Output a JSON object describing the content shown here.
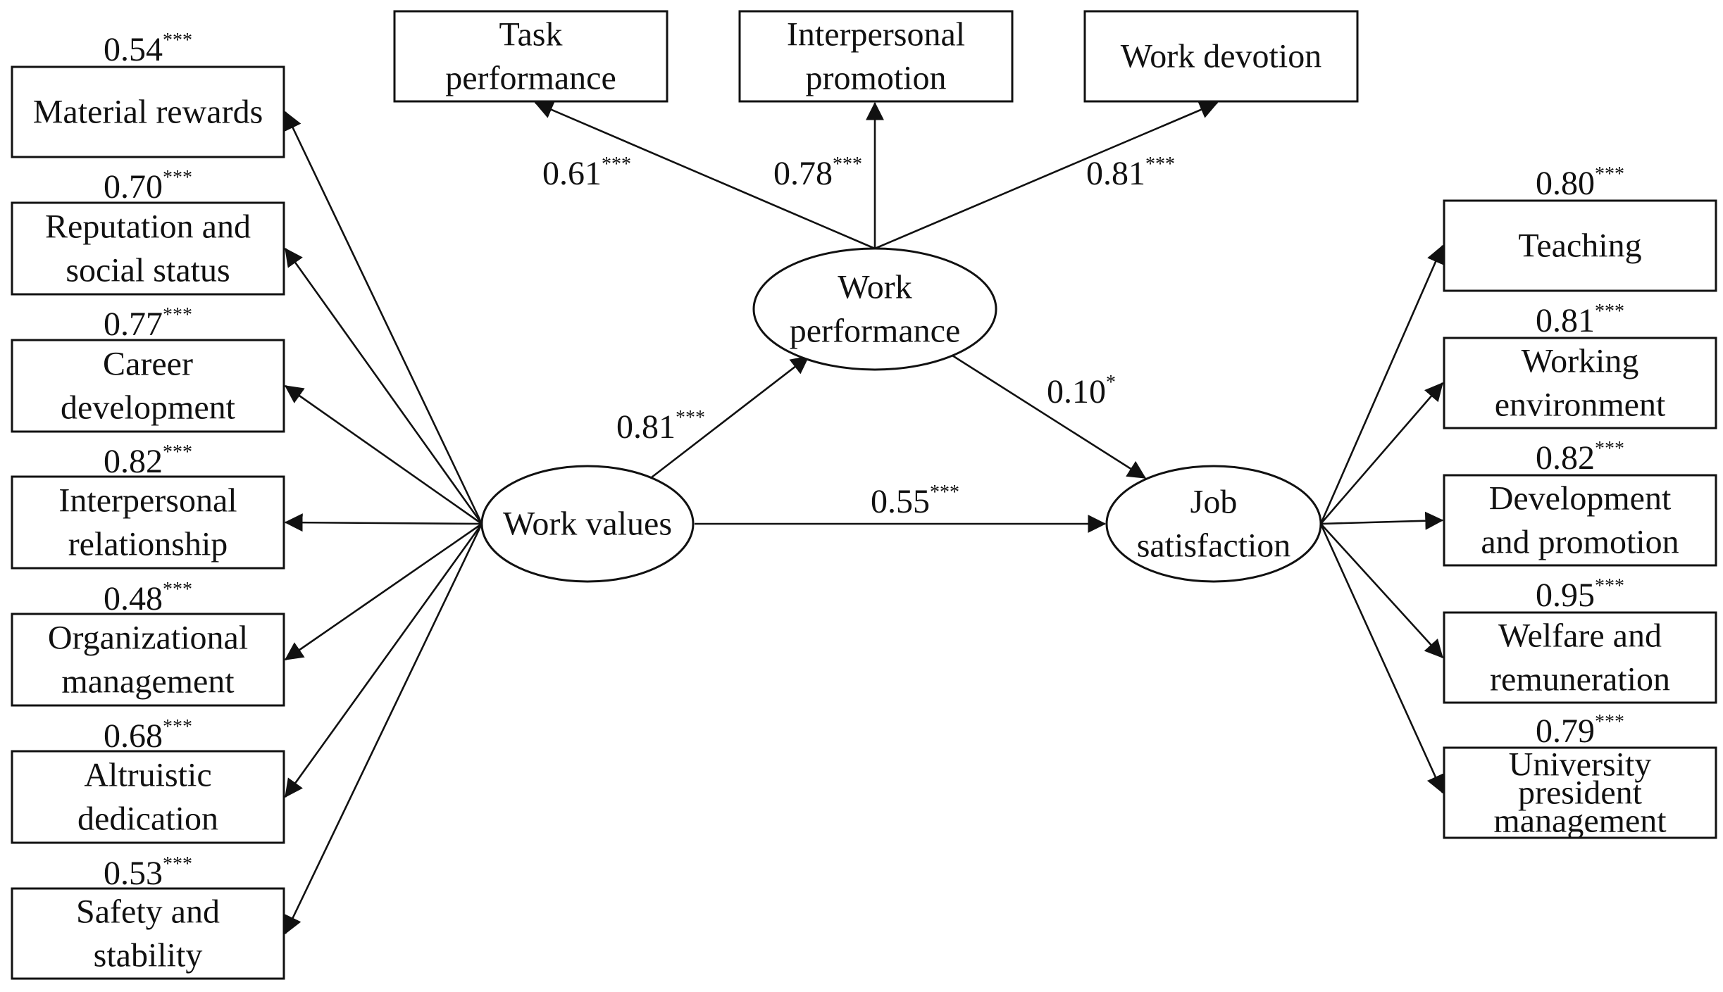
{
  "latent": {
    "work_values": [
      "Work values"
    ],
    "work_performance": [
      "Work",
      "performance"
    ],
    "job_satisfaction": [
      "Job",
      "satisfaction"
    ]
  },
  "work_values_indicators": [
    {
      "label": [
        "Material rewards"
      ],
      "coef": "0.54",
      "sig": "***"
    },
    {
      "label": [
        "Reputation and",
        "social status"
      ],
      "coef": "0.70",
      "sig": "***"
    },
    {
      "label": [
        "Career",
        "development"
      ],
      "coef": "0.77",
      "sig": "***"
    },
    {
      "label": [
        "Interpersonal",
        "relationship"
      ],
      "coef": "0.82",
      "sig": "***"
    },
    {
      "label": [
        "Organizational",
        "management"
      ],
      "coef": "0.48",
      "sig": "***"
    },
    {
      "label": [
        "Altruistic",
        "dedication"
      ],
      "coef": "0.68",
      "sig": "***"
    },
    {
      "label": [
        "Safety and",
        "stability"
      ],
      "coef": "0.53",
      "sig": "***"
    }
  ],
  "work_performance_indicators": [
    {
      "label": [
        "Task",
        "performance"
      ],
      "coef": "0.61",
      "sig": "***"
    },
    {
      "label": [
        "Interpersonal",
        "promotion"
      ],
      "coef": "0.78",
      "sig": "***"
    },
    {
      "label": [
        "Work devotion"
      ],
      "coef": "0.81",
      "sig": "***"
    }
  ],
  "job_satisfaction_indicators": [
    {
      "label": [
        "Teaching"
      ],
      "coef": "0.80",
      "sig": "***"
    },
    {
      "label": [
        "Working",
        "environment"
      ],
      "coef": "0.81",
      "sig": "***"
    },
    {
      "label": [
        "Development",
        "and promotion"
      ],
      "coef": "0.82",
      "sig": "***"
    },
    {
      "label": [
        "Welfare and",
        "remuneration"
      ],
      "coef": "0.95",
      "sig": "***"
    },
    {
      "label": [
        "University",
        "president",
        "management"
      ],
      "coef": "0.79",
      "sig": "***"
    }
  ],
  "structural_paths": {
    "values_to_performance": {
      "coef": "0.81",
      "sig": "***"
    },
    "performance_to_satisfaction": {
      "coef": "0.10",
      "sig": "*"
    },
    "values_to_satisfaction": {
      "coef": "0.55",
      "sig": "***"
    }
  }
}
